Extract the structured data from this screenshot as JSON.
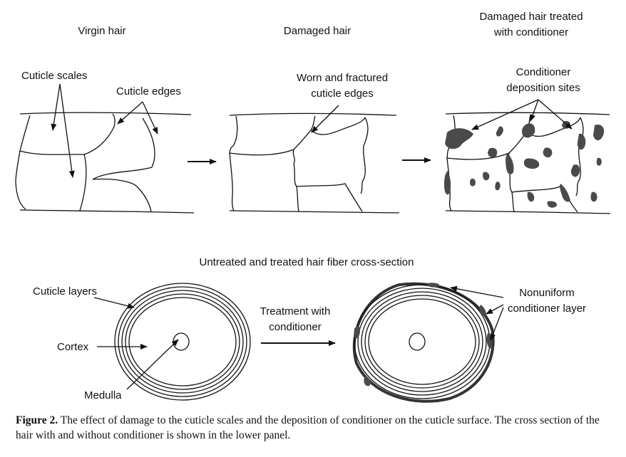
{
  "top_panels": {
    "virgin": {
      "title": "Virgin hair",
      "label_scales": "Cuticle scales",
      "label_edges": "Cuticle edges"
    },
    "damaged": {
      "title": "Damaged hair",
      "label_edges_1": "Worn and fractured",
      "label_edges_2": "cuticle edges"
    },
    "treated": {
      "title_1": "Damaged hair treated",
      "title_2": "with conditioner",
      "label_sites_1": "Conditioner",
      "label_sites_2": "deposition sites"
    }
  },
  "bottom_panel": {
    "title": "Untreated and treated hair fiber cross-section",
    "label_cuticle": "Cuticle layers",
    "label_cortex": "Cortex",
    "label_medulla": "Medulla",
    "treatment_1": "Treatment with",
    "treatment_2": "conditioner",
    "nonuniform_1": "Nonuniform",
    "nonuniform_2": "conditioner layer"
  },
  "caption": {
    "label": "Figure 2.",
    "text": "The effect of damage to the cuticle scales and the deposition of conditioner on the cuticle surface. The cross section of the hair with and without conditioner is shown in the lower panel."
  },
  "colors": {
    "ink": "#111111",
    "conditioner": "#4a4a4a"
  }
}
